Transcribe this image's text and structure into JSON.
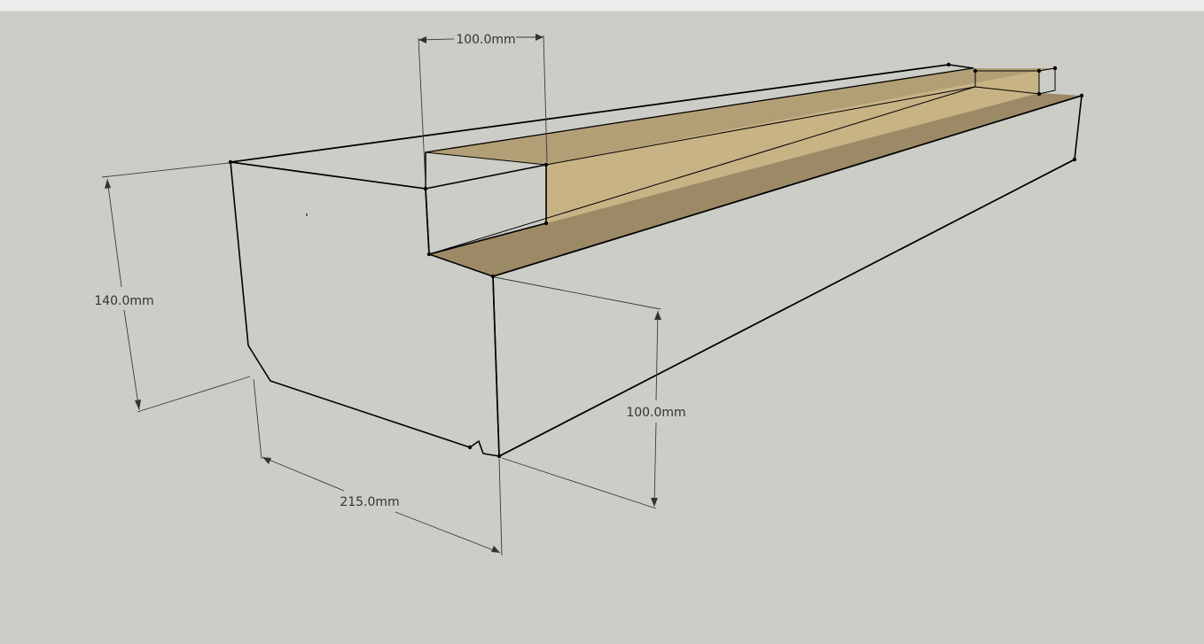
{
  "colors": {
    "background": "#cdcdc8",
    "face_front": "#f2d7a2",
    "face_side": "#c8b385",
    "face_top": "#9c8a66",
    "face_top_dark": "#8f7d5c",
    "edge": "#000000",
    "dimension": "#333333"
  },
  "model": {
    "object": "stepped-beam",
    "dimensions": {
      "step_width": "100.0mm",
      "total_height": "140.0mm",
      "depth": "215.0mm",
      "lower_height": "100.0mm"
    }
  }
}
